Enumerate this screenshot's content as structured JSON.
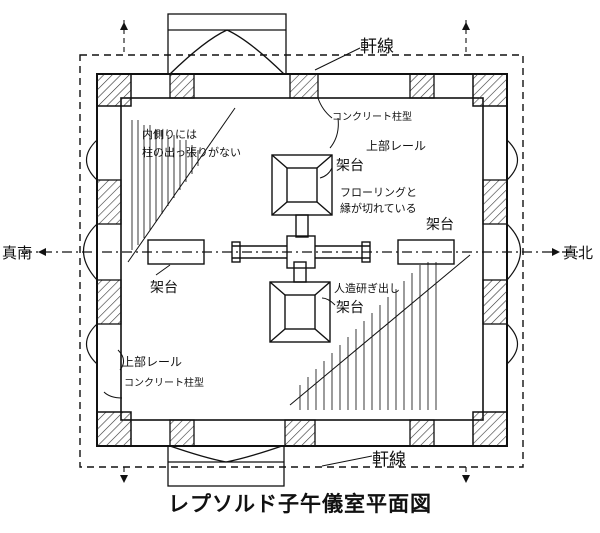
{
  "caption": "レプソルド子午儀室平面図",
  "labels": {
    "eaves_top": "軒線",
    "eaves_bottom": "軒線",
    "concrete_form_top": "コンクリート柱型",
    "concrete_form_bottom": "コンクリート柱型",
    "rail_top": "上部レール",
    "rail_bottom": "上部レール",
    "inner_note_line1": "内側りには",
    "inner_note_line2": "柱の出っ張りがない",
    "stand_top": "架台",
    "flooring_line1": "フローリングと",
    "flooring_line2": "縁が切れている",
    "stand_east": "架台",
    "stand_west": "架台",
    "stand_bottom": "架台",
    "artificial_stone": "人造研ぎ出し",
    "true_south": "真南",
    "true_north": "真北"
  },
  "colors": {
    "ink": "#111111",
    "hatch": "#333333",
    "paper": "#ffffff"
  }
}
